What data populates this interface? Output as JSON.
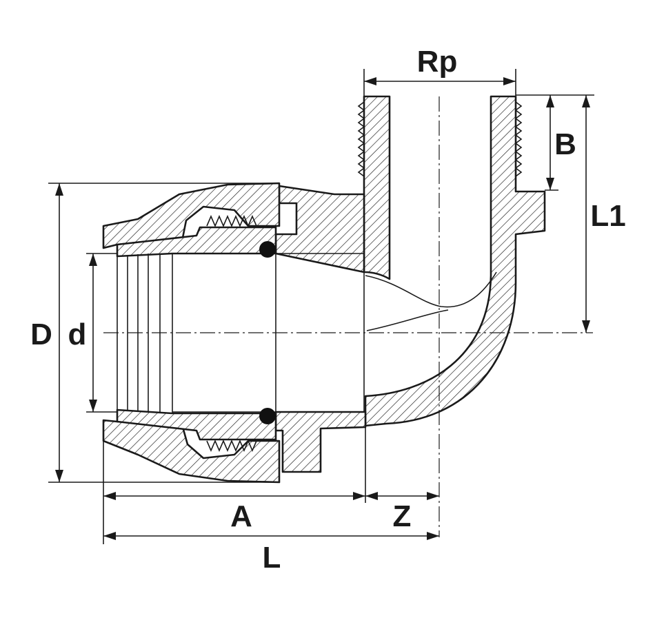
{
  "dimensions": {
    "Rp": "Rp",
    "B": "B",
    "L1": "L1",
    "D": "D",
    "d": "d",
    "A": "A",
    "Z": "Z",
    "L": "L"
  }
}
